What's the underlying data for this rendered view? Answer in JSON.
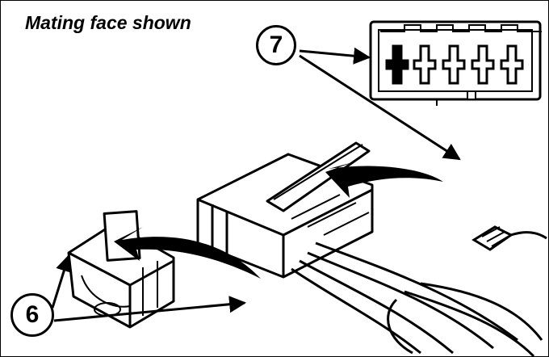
{
  "caption": "Mating face shown",
  "callouts": {
    "seven": "7",
    "six": "6"
  },
  "icons": [
    "connector-mating-face",
    "connector-housing",
    "terminal-clip",
    "wire-harness",
    "insertion-arrow"
  ],
  "colors": {
    "ink": "#000000",
    "paper": "#ffffff"
  }
}
